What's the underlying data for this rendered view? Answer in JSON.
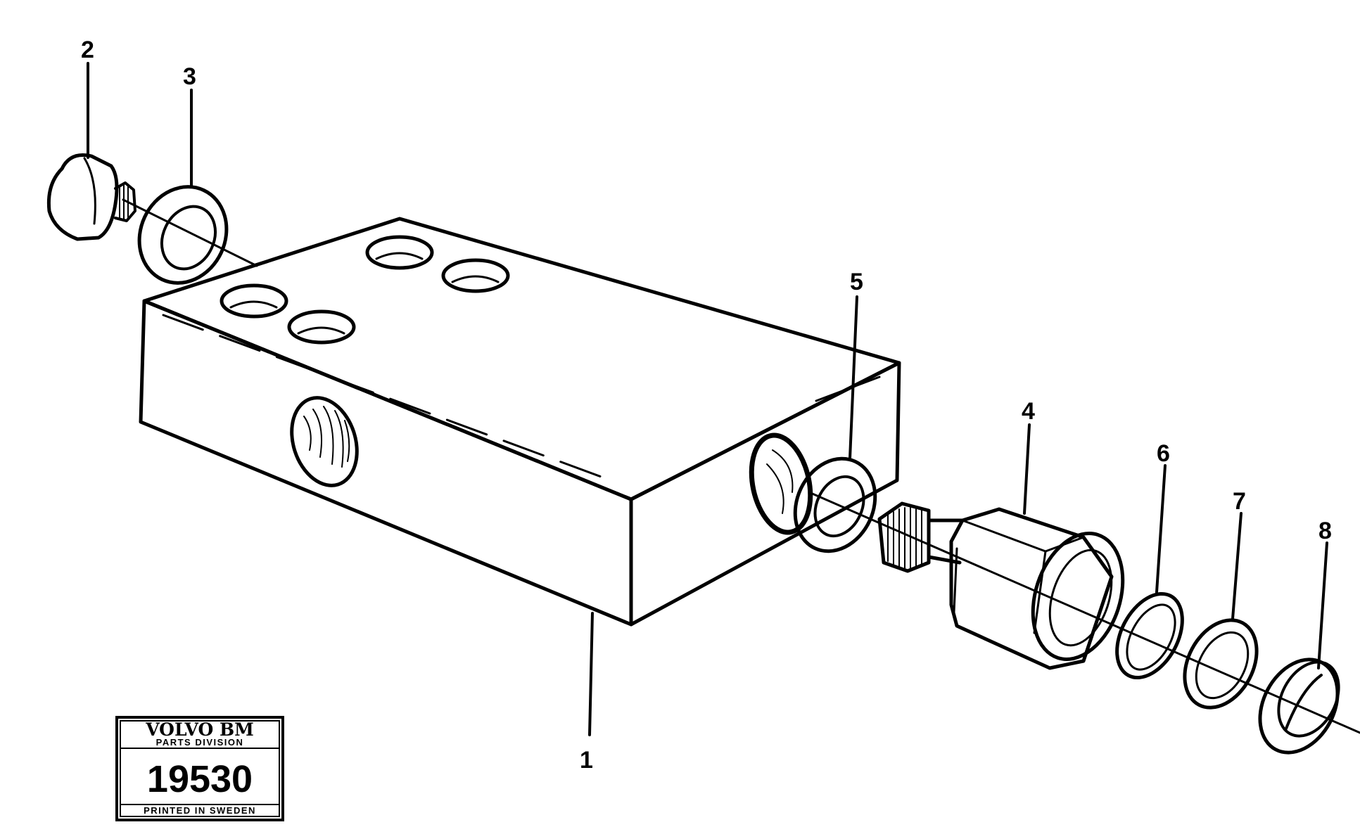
{
  "callouts": [
    {
      "id": "1",
      "label": "1"
    },
    {
      "id": "2",
      "label": "2"
    },
    {
      "id": "3",
      "label": "3"
    },
    {
      "id": "4",
      "label": "4"
    },
    {
      "id": "5",
      "label": "5"
    },
    {
      "id": "6",
      "label": "6"
    },
    {
      "id": "7",
      "label": "7"
    },
    {
      "id": "8",
      "label": "8"
    }
  ],
  "stamp": {
    "brand": "VOLVO BM",
    "division": "PARTS DIVISION",
    "number": "19530",
    "footer": "PRINTED IN SWEDEN"
  }
}
